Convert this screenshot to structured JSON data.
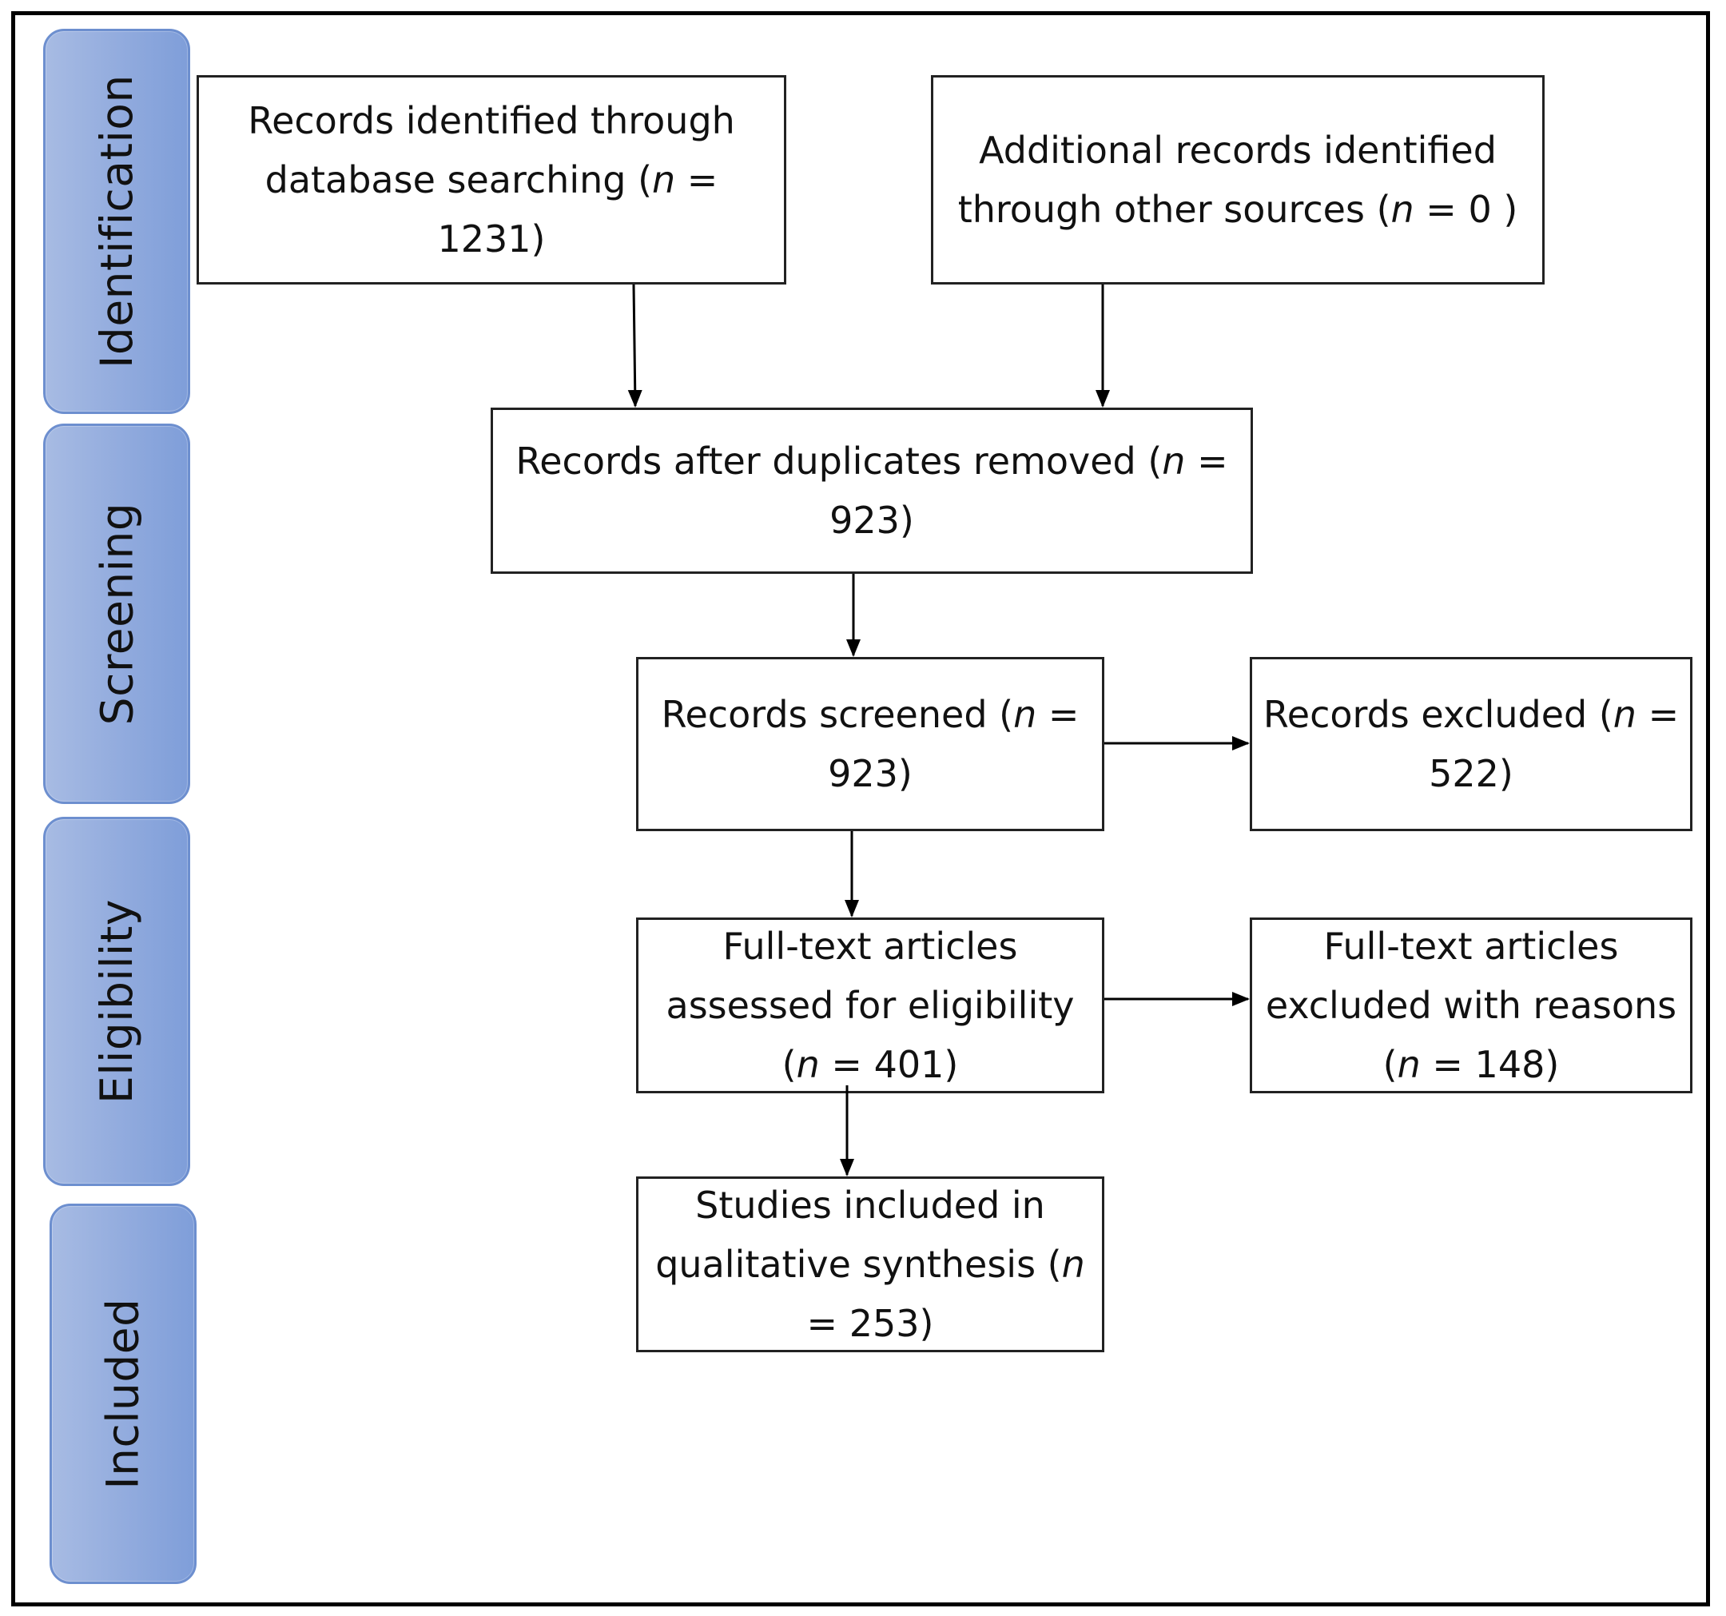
{
  "stages": {
    "identification": "Identification",
    "screening": "Screening",
    "eligibility": "Eligibility",
    "included": "Included"
  },
  "boxes": {
    "db_search": {
      "line1": "Records identified through",
      "line2_pre": "database searching (",
      "n_var": "n",
      "line2_post": " = 1231)"
    },
    "other_sources": {
      "line1": "Additional records identified",
      "line2_pre": "through other sources (",
      "n_var": "n",
      "line2_post": " = 0 )"
    },
    "after_duplicates": {
      "line1_pre": "Records after duplicates removed (",
      "n_var": "n",
      "line1_post": " =",
      "line2": "923)"
    },
    "screened": {
      "line1_pre": "Records screened (",
      "n_var": "n",
      "line1_post": " =",
      "line2": "923)"
    },
    "excluded": {
      "line1_pre": "Records excluded (",
      "n_var": "n",
      "line1_post": " =",
      "line2": "522)"
    },
    "fulltext_assessed": {
      "line1": "Full-text articles",
      "line2": "assessed for eligibility",
      "line3_pre": "(",
      "n_var": "n",
      "line3_post": " = 401)"
    },
    "fulltext_excluded": {
      "line1": "Full-text articles",
      "line2": "excluded with reasons",
      "line3_pre": "(",
      "n_var": "n",
      "line3_post": " = 148)"
    },
    "included_studies": {
      "line1": "Studies included in",
      "line2_pre": "qualitative synthesis (",
      "n_var": "n",
      "line3": "= 253)"
    }
  },
  "colors": {
    "stage_fill": "#93acde",
    "stage_border": "#6d8fcf",
    "box_border": "#222222",
    "arrow": "#000000"
  }
}
